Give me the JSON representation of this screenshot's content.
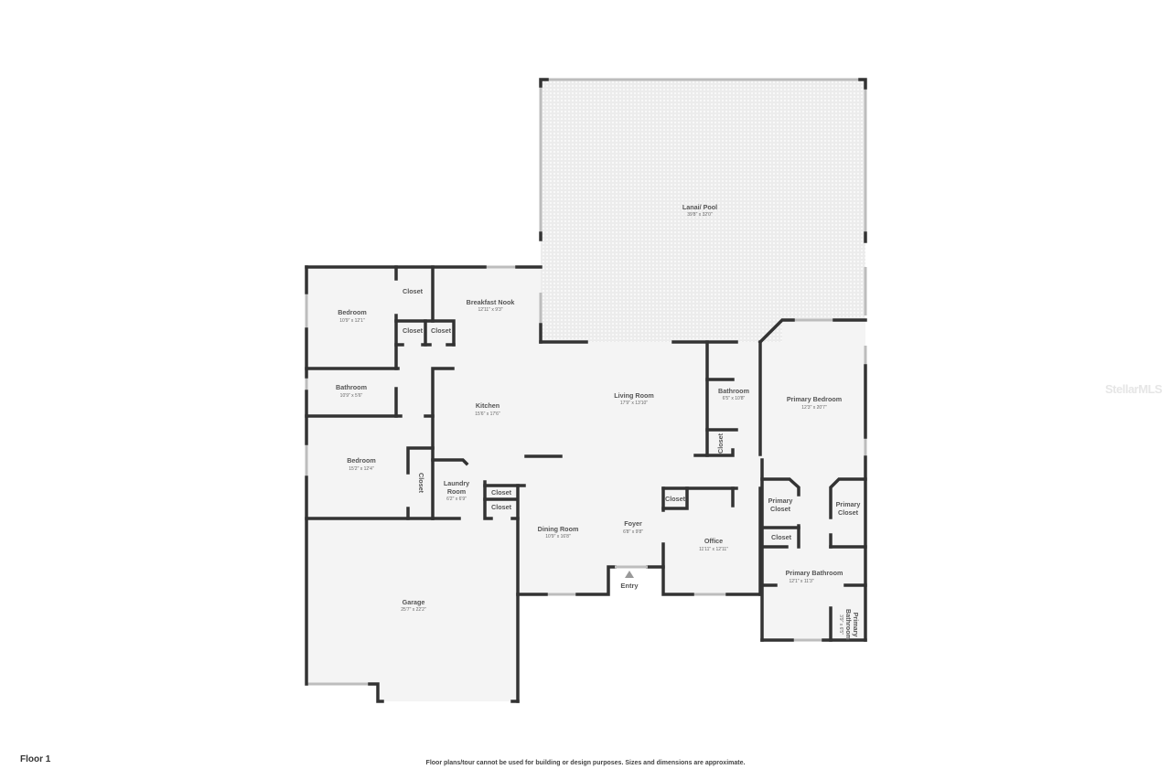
{
  "floor_label": "Floor 1",
  "disclaimer": "Floor plans/tour cannot be used for building or design purposes. Sizes and dimensions are approximate.",
  "watermark": "StellarMLS",
  "entry": {
    "label": "Entry"
  },
  "rooms": [
    {
      "id": "lanai-pool",
      "name": "Lanai/ Pool",
      "dims": "39'8\" x 32'0\""
    },
    {
      "id": "bedroom-1",
      "name": "Bedroom",
      "dims": "10'9\" x 12'1\""
    },
    {
      "id": "closet-1",
      "name": "Closet",
      "dims": ""
    },
    {
      "id": "closet-2",
      "name": "Closet",
      "dims": ""
    },
    {
      "id": "closet-3",
      "name": "Closet",
      "dims": ""
    },
    {
      "id": "breakfast-nook",
      "name": "Breakfast Nook",
      "dims": "12'11\" x 9'3\""
    },
    {
      "id": "bathroom-1",
      "name": "Bathroom",
      "dims": "10'9\" x 5'6\""
    },
    {
      "id": "kitchen",
      "name": "Kitchen",
      "dims": "15'6\" x 17'6\""
    },
    {
      "id": "living-room",
      "name": "Living Room",
      "dims": "17'9\" x 13'10\""
    },
    {
      "id": "bathroom-2",
      "name": "Bathroom",
      "dims": "6'5\" x 10'8\""
    },
    {
      "id": "closet-4",
      "name": "Closet",
      "dims": ""
    },
    {
      "id": "primary-bedroom",
      "name": "Primary Bedroom",
      "dims": "12'3\" x 20'7\""
    },
    {
      "id": "bedroom-2",
      "name": "Bedroom",
      "dims": "15'2\" x 12'4\""
    },
    {
      "id": "closet-5",
      "name": "Closet",
      "dims": ""
    },
    {
      "id": "laundry-room",
      "name": "Laundry Room",
      "name_line1": "Laundry",
      "name_line2": "Room",
      "dims": "6'2\" x 6'9\""
    },
    {
      "id": "closet-6",
      "name": "Closet",
      "dims": ""
    },
    {
      "id": "closet-7",
      "name": "Closet",
      "dims": ""
    },
    {
      "id": "closet-8",
      "name": "Closet",
      "dims": ""
    },
    {
      "id": "primary-closet-1",
      "name": "Primary Closet",
      "name_line1": "Primary",
      "name_line2": "Closet",
      "dims": ""
    },
    {
      "id": "primary-closet-2",
      "name": "Primary Closet",
      "name_line1": "Primary",
      "name_line2": "Closet",
      "dims": ""
    },
    {
      "id": "closet-9",
      "name": "Closet",
      "dims": ""
    },
    {
      "id": "dining-room",
      "name": "Dining Room",
      "dims": "10'9\" x 16'8\""
    },
    {
      "id": "foyer",
      "name": "Foyer",
      "dims": "6'8\" x 9'8\""
    },
    {
      "id": "office",
      "name": "Office",
      "dims": "11'11\" x 12'11\""
    },
    {
      "id": "primary-bathroom",
      "name": "Primary Bathroom",
      "dims": "12'1\" x 11'3\""
    },
    {
      "id": "primary-bathroom-2",
      "name": "Primary Bathroom",
      "name_line1": "Primary",
      "name_line2": "Bathroom",
      "dims": "3'9\" x 6'5\""
    },
    {
      "id": "garage",
      "name": "Garage",
      "dims": "25'7\" x 22'2\""
    }
  ]
}
